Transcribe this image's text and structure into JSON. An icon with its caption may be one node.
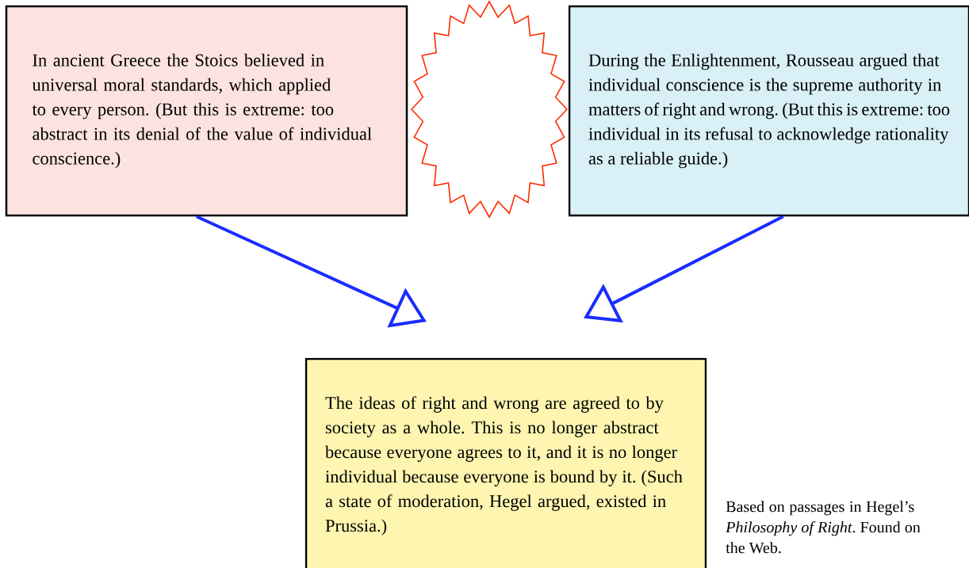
{
  "diagram": {
    "nodes": [
      {
        "text": [
          "In ancient Greece the Stoics believed in universal moral standards, which applied to every person. (But this is extreme: too abstract in its denial of the value of individual conscience.)"
        ]
      },
      {
        "text": [],
        "shape": "starburst"
      },
      {
        "text": [
          "During the Enlightenment, Rousseau argued that individual conscience is the supreme authority in matters of right and wrong. (But this is extreme: too individual in its refusal to acknowledge rationality as a reliable guide.)"
        ]
      },
      {
        "text": [
          "The ideas of right and wrong are agreed to by society as a whole. This is no longer abstract because everyone agrees to it, and it is no longer individual because everyone is bound by it. (Such a state of moderation, Hegel argued, existed in Prussia.)"
        ]
      }
    ],
    "edges": [
      {
        "from": 0,
        "to": 3,
        "arrow": "to"
      },
      {
        "from": 2,
        "to": 3,
        "arrow": "to"
      }
    ],
    "labels": [
      "Based on passages in Hegel’s *Philosophy of Right*. Found on the Web."
    ]
  }
}
